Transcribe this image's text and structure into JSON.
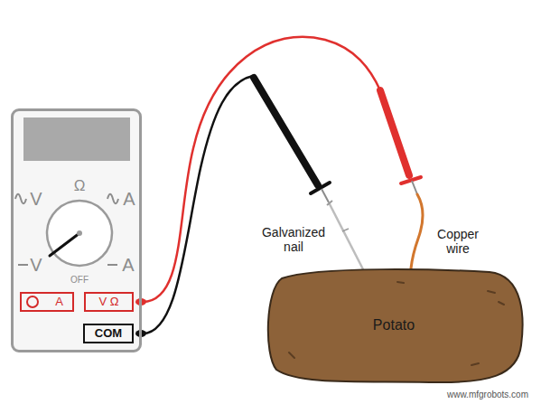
{
  "diagram": {
    "nodes": [
      {
        "text": [
          "Ω",
          "V",
          "A",
          "V",
          "A",
          "OFF"
        ]
      },
      {
        "text": [
          "A"
        ],
        "in": 0
      },
      {
        "text": [
          "V Ω"
        ],
        "in": 0
      },
      {
        "text": [
          "COM"
        ],
        "in": 0
      },
      {
        "text": [
          "Potato"
        ]
      }
    ],
    "labels": [
      "Galvanized nail",
      "Copper wire",
      "www.mfgrobots.com"
    ]
  }
}
